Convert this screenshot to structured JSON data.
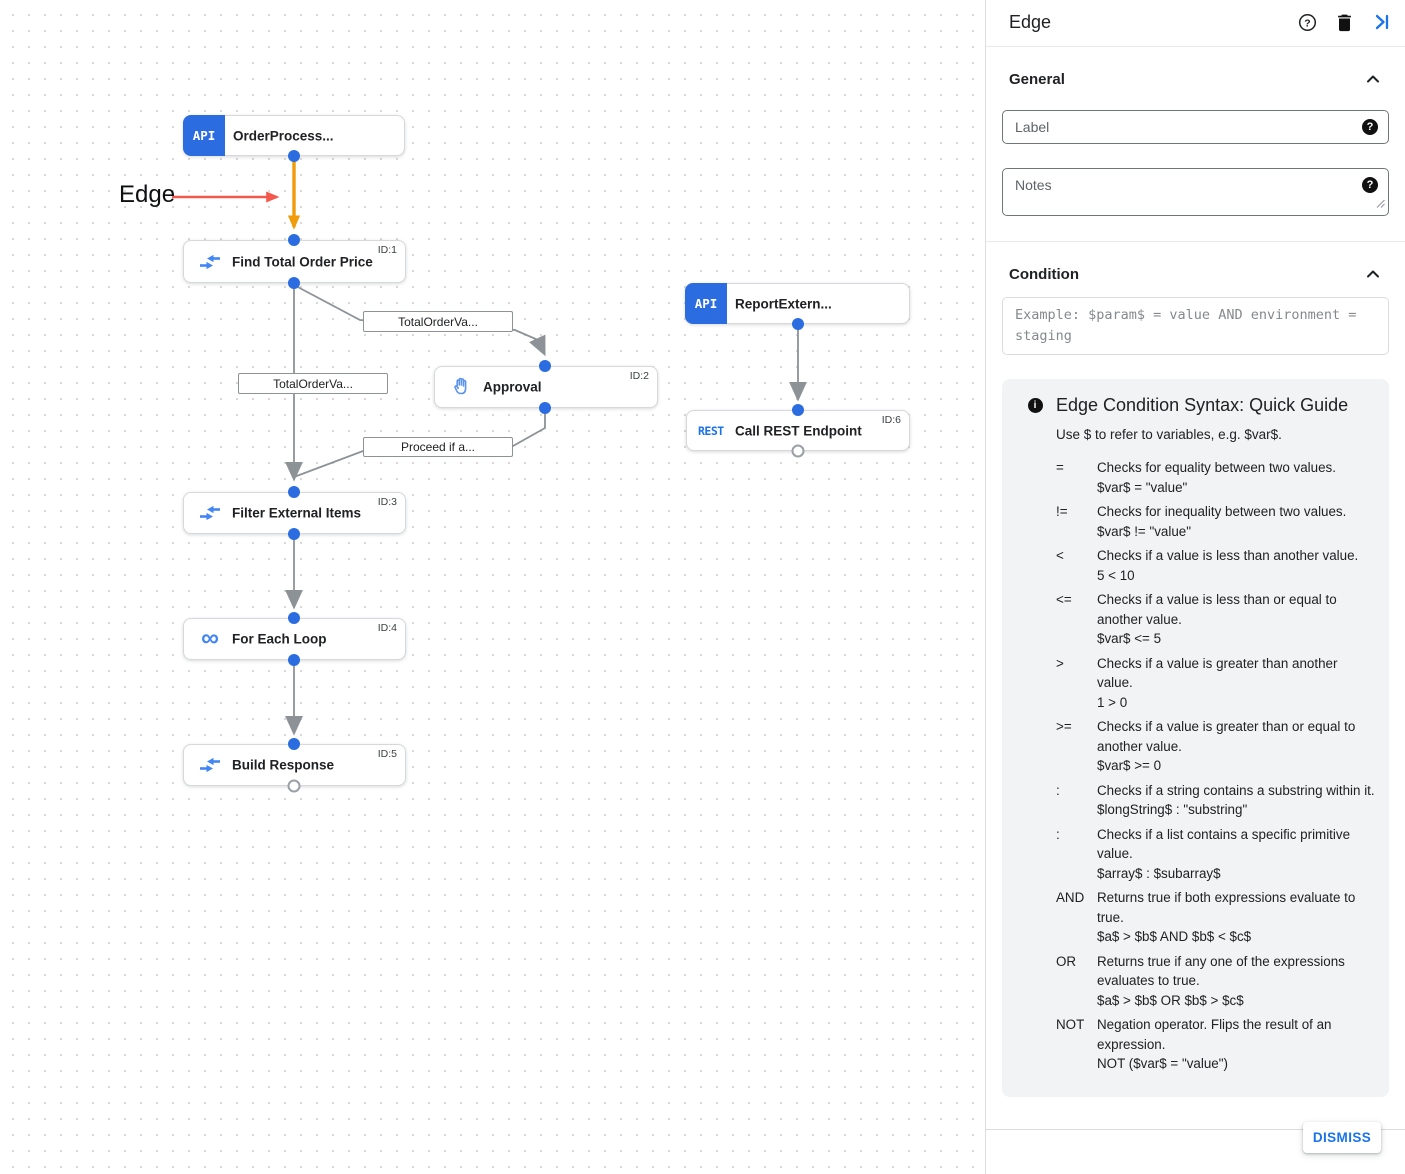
{
  "canvas": {
    "annotation": {
      "label": "Edge"
    },
    "nodes": [
      {
        "title": "OrderProcess...",
        "badge": "API",
        "icon": "api-trigger"
      },
      {
        "title": "Find Total Order Price",
        "id": "ID:1",
        "icon": "data-mapping"
      },
      {
        "title": "ReportExtern...",
        "badge": "API",
        "icon": "api-trigger"
      },
      {
        "title": "Approval",
        "id": "ID:2",
        "icon": "hand"
      },
      {
        "title": "Call REST Endpoint",
        "id": "ID:6",
        "badge": "REST",
        "icon": "rest"
      },
      {
        "title": "Filter External Items",
        "id": "ID:3",
        "icon": "data-mapping"
      },
      {
        "title": "For Each Loop",
        "id": "ID:4",
        "icon": "infinity"
      },
      {
        "title": "Build Response",
        "id": "ID:5",
        "icon": "data-mapping"
      }
    ],
    "edge_labels": [
      {
        "text": "TotalOrderVa..."
      },
      {
        "text": "TotalOrderVa..."
      },
      {
        "text": "Proceed if a..."
      }
    ]
  },
  "colors": {
    "node_blue": "#2b6de0",
    "edge_gray": "#8d9297",
    "edge_orange": "#ef9b0a",
    "annotation_red": "#f4574c",
    "icon_blue": "#4285f4",
    "accent_blue": "#1a73e8"
  },
  "panel": {
    "title": "Edge",
    "general": {
      "heading": "General",
      "label_placeholder": "Label",
      "notes_placeholder": "Notes"
    },
    "condition": {
      "heading": "Condition",
      "placeholder": "Example: $param$ = value AND environment = staging"
    },
    "guide": {
      "title": "Edge Condition Syntax: Quick Guide",
      "subtitle": "Use $ to refer to variables, e.g. $var$.",
      "rows": [
        {
          "op": "=",
          "desc": "Checks for equality between two values.",
          "example": "$var$ = \"value\""
        },
        {
          "op": "!=",
          "desc": "Checks for inequality between two values.",
          "example": "$var$ != \"value\""
        },
        {
          "op": "<",
          "desc": "Checks if a value is less than another value.",
          "example": "5 < 10"
        },
        {
          "op": "<=",
          "desc": "Checks if a value is less than or equal to another value.",
          "example": "$var$ <= 5"
        },
        {
          "op": ">",
          "desc": "Checks if a value is greater than another value.",
          "example": "1 > 0"
        },
        {
          "op": ">=",
          "desc": "Checks if a value is greater than or equal to another value.",
          "example": "$var$ >= 0"
        },
        {
          "op": ":",
          "desc": "Checks if a string contains a substring within it.",
          "example": "$longString$ : \"substring\""
        },
        {
          "op": ":",
          "desc": "Checks if a list contains a specific primitive value.",
          "example": "$array$ : $subarray$"
        },
        {
          "op": "AND",
          "desc": "Returns true if both expressions evaluate to true.",
          "example": "$a$ > $b$ AND $b$ < $c$"
        },
        {
          "op": "OR",
          "desc": "Returns true if any one of the expressions evaluates to true.",
          "example": "$a$ > $b$ OR $b$ > $c$"
        },
        {
          "op": "NOT",
          "desc": "Negation operator. Flips the result of an expression.",
          "example": "NOT ($var$ = \"value\")"
        }
      ]
    },
    "dismiss_label": "DISMISS"
  }
}
